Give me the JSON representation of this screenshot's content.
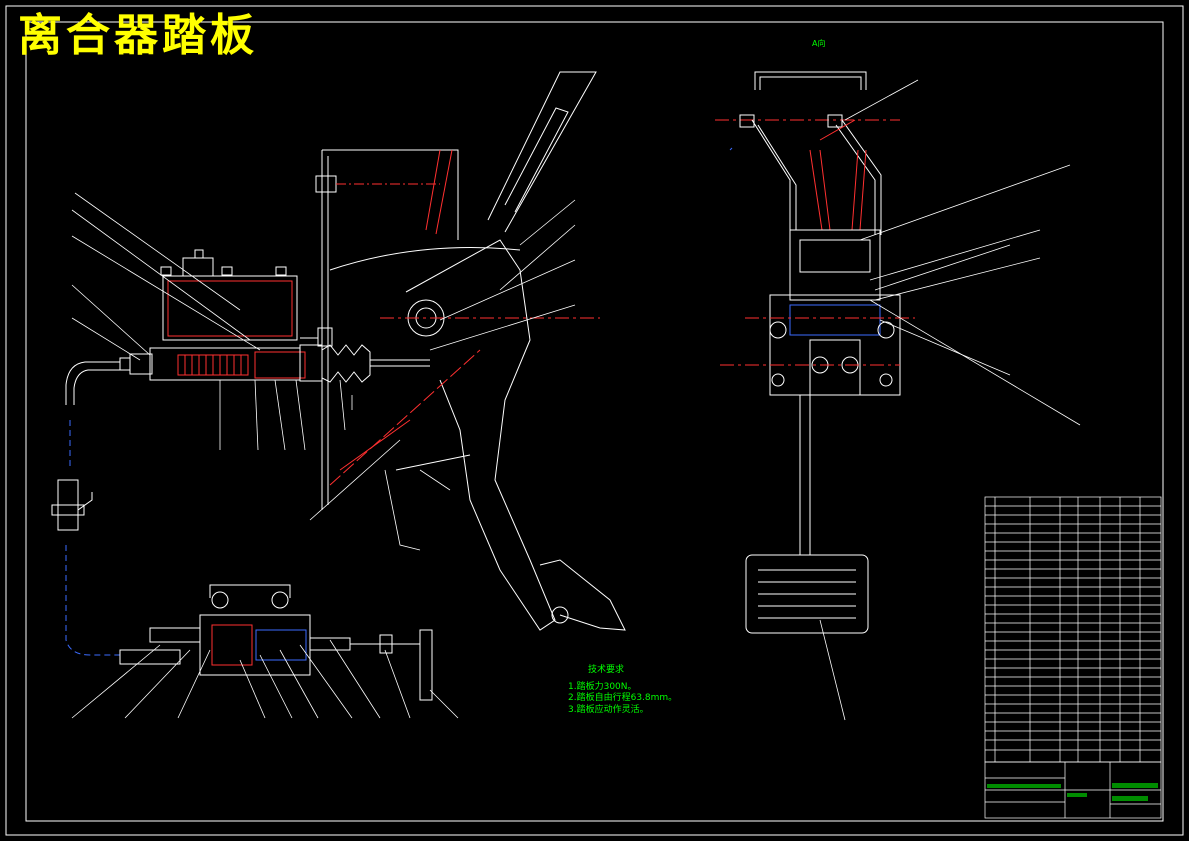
{
  "drawing": {
    "title": "离合器踏板",
    "view_label": "A向"
  },
  "technical_requirements": {
    "heading": "技术要求",
    "items": [
      "1.踏板力300N。",
      "2.踏板自由行程63.8mm。",
      "3.踏板应动作灵活。"
    ]
  },
  "colors": {
    "background": "#000000",
    "outline": "#ffffff",
    "title": "#ffff00",
    "section": "#ff3030",
    "note": "#00ff00",
    "hatch": "#ff3030",
    "accent": "#3b6bff"
  }
}
